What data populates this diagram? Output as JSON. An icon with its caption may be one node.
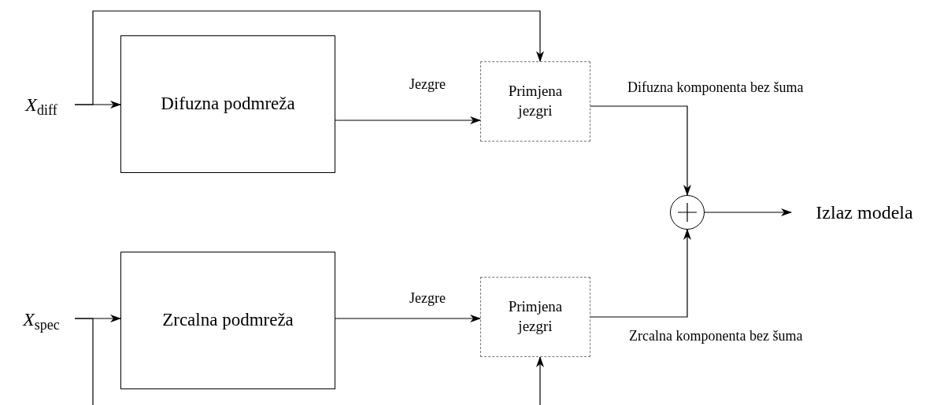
{
  "diagram": {
    "nodes": [
      {
        "text": [
          "*X*$_{diff}$"
        ]
      },
      {
        "text": [
          "Difuzna podmreža"
        ]
      },
      {
        "text": [
          "Primjena jezgri"
        ]
      },
      {
        "text": [
          "*X*$_{spec}$"
        ]
      },
      {
        "text": [
          "Zrcalna podmreža"
        ]
      },
      {
        "text": [
          "Primjena jezgri"
        ]
      },
      {
        "text": [],
        "shape": "circle"
      },
      {
        "text": [
          "Izlaz modela"
        ]
      }
    ],
    "edges": [
      {
        "from": 0,
        "to": 1,
        "arrow": "to"
      },
      {
        "from": 0,
        "to": 2,
        "arrow": "to"
      },
      {
        "from": 1,
        "to": 2,
        "arrow": "to",
        "label": "Jezgre"
      },
      {
        "from": 2,
        "to": 6,
        "arrow": "to",
        "label": "Difuzna komponenta bez šuma"
      },
      {
        "from": 3,
        "to": 4,
        "arrow": "to"
      },
      {
        "from": 3,
        "to": null,
        "arrow": "none"
      },
      {
        "from": 4,
        "to": 5,
        "arrow": "to",
        "label": "Jezgre"
      },
      {
        "from": null,
        "to": 5,
        "arrow": "to"
      },
      {
        "from": 5,
        "to": 6,
        "arrow": "to",
        "label": "Zrcalna komponenta bez šuma"
      },
      {
        "from": 6,
        "to": 7,
        "arrow": "to"
      }
    ]
  }
}
